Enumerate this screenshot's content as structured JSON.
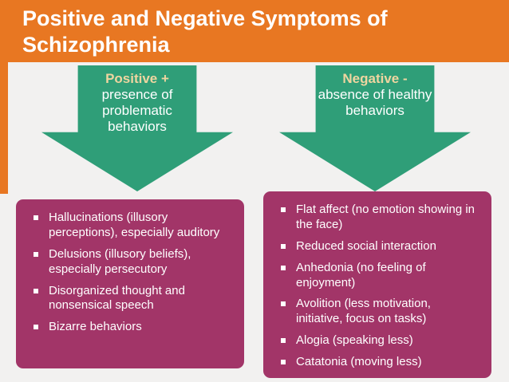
{
  "slide": {
    "title": "Positive and Negative Symptoms of Schizophrenia",
    "colors": {
      "header_orange": "#e87722",
      "arrow_green": "#2f9e78",
      "box_magenta": "#a23568",
      "arrow_heading_tan": "#efd5a0",
      "background_gray": "#f2f1f0",
      "text_white": "#ffffff"
    }
  },
  "columns": [
    {
      "arrow": {
        "heading": "Positive +",
        "subtext": "presence of problematic behaviors"
      },
      "items": [
        "Hallucinations (illusory perceptions), especially auditory",
        "Delusions (illusory beliefs), especially persecutory",
        "Disorganized thought and nonsensical speech",
        "Bizarre behaviors"
      ]
    },
    {
      "arrow": {
        "heading": "Negative -",
        "subtext": "absence of healthy behaviors"
      },
      "items": [
        "Flat affect (no emotion showing in the face)",
        "Reduced social interaction",
        "Anhedonia (no feeling of enjoyment)",
        "Avolition (less motivation, initiative, focus on tasks)",
        "Alogia (speaking less)",
        "Catatonia (moving less)"
      ]
    }
  ]
}
